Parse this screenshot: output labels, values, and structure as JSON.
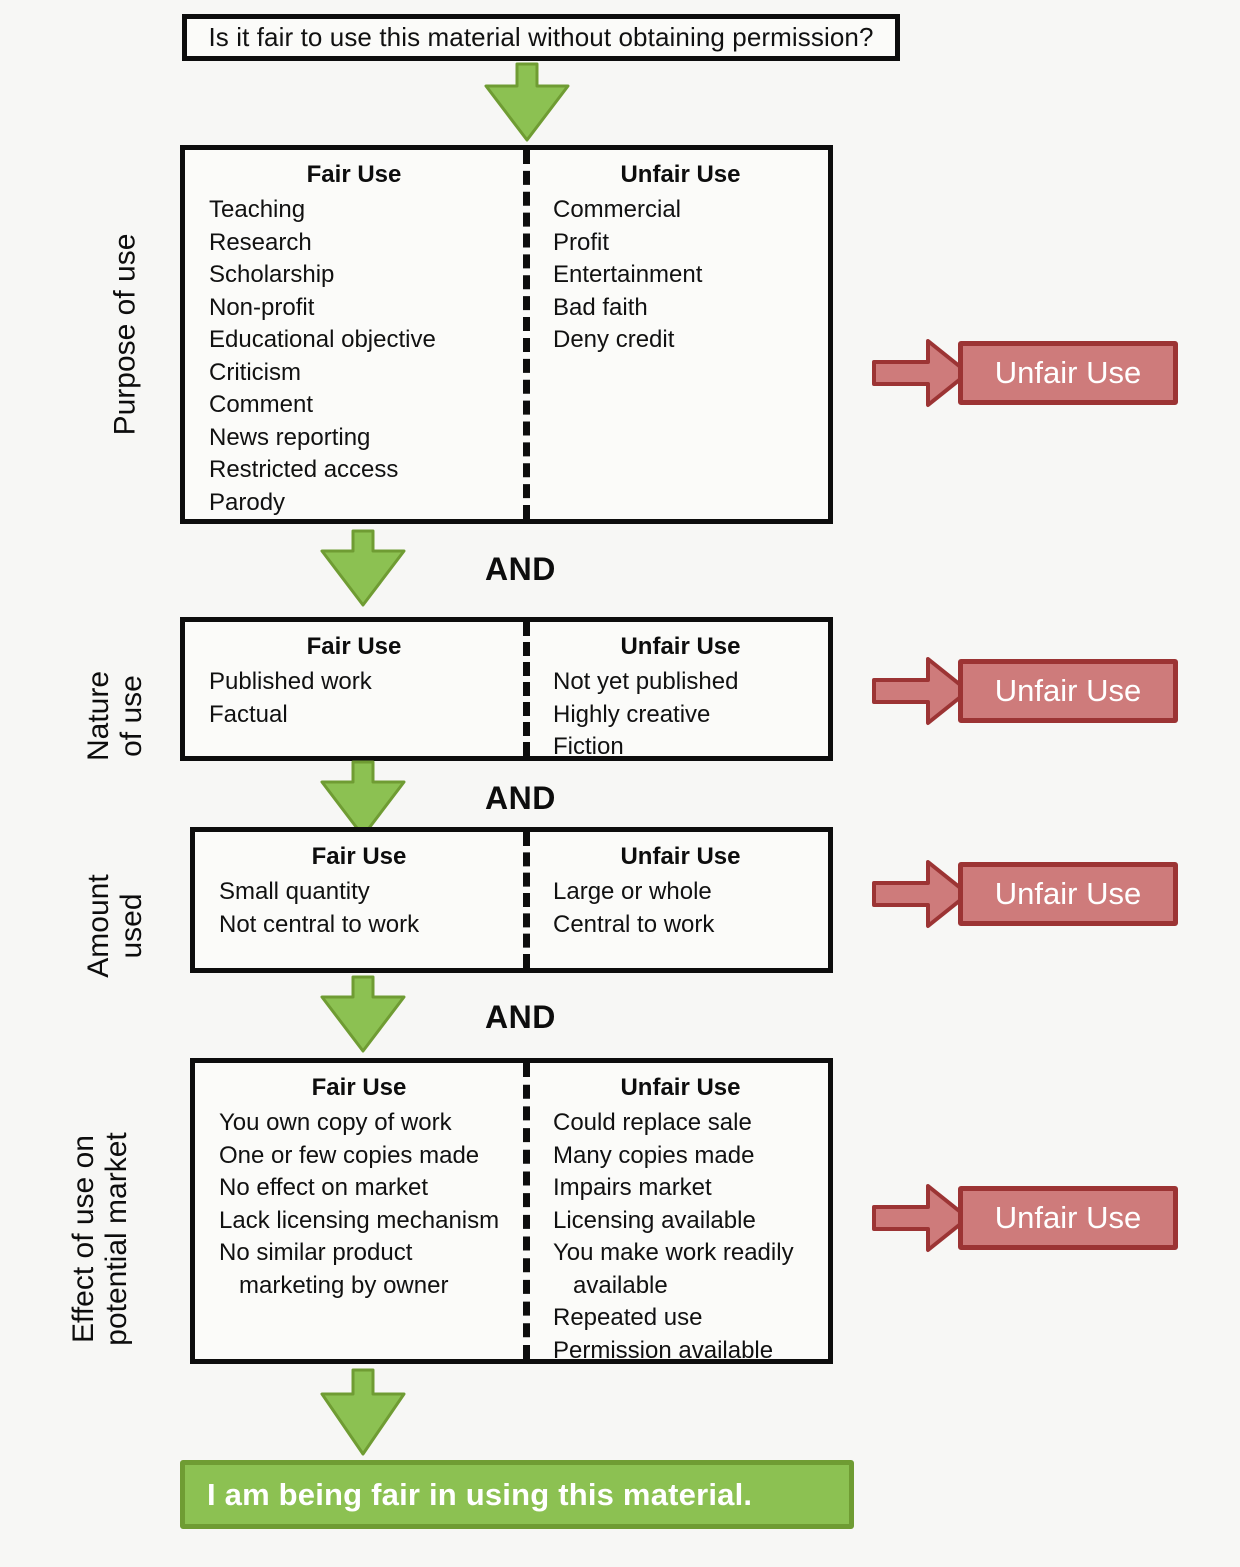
{
  "question": {
    "text": "Is it fair to use this material without obtaining permission?"
  },
  "connectors": {
    "and_label": "AND"
  },
  "colors": {
    "background": "#f7f7f5",
    "box_border": "#0d0d0d",
    "box_fill": "#fbfbf9",
    "green_fill": "#8cc152",
    "green_border": "#6f9c33",
    "red_fill": "#ce7b7b",
    "red_border": "#9c3434",
    "text": "#111111",
    "inverse_text": "#ffffff"
  },
  "factors": [
    {
      "side_label": "Purpose of use",
      "fair": {
        "title": "Fair Use",
        "items": [
          "Teaching",
          "Research",
          "Scholarship",
          "Non-profit",
          "Educational objective",
          "Criticism",
          "Comment",
          "News reporting",
          "Restricted access",
          "Parody"
        ]
      },
      "unfair": {
        "title": "Unfair Use",
        "items": [
          "Commercial",
          "Profit",
          "Entertainment",
          "Bad faith",
          "Deny credit"
        ]
      },
      "outcome": "Unfair Use"
    },
    {
      "side_label": "Nature\nof use",
      "fair": {
        "title": "Fair Use",
        "items": [
          "Published work",
          "Factual"
        ]
      },
      "unfair": {
        "title": "Unfair Use",
        "items": [
          "Not yet published",
          "Highly creative",
          "Fiction"
        ]
      },
      "outcome": "Unfair Use"
    },
    {
      "side_label": "Amount\nused",
      "fair": {
        "title": "Fair Use",
        "items": [
          "Small quantity",
          "Not central to work"
        ]
      },
      "unfair": {
        "title": "Unfair Use",
        "items": [
          "Large or whole",
          "Central to work"
        ]
      },
      "outcome": "Unfair Use"
    },
    {
      "side_label": "Effect of use on\npotential market",
      "fair": {
        "title": "Fair Use",
        "items": [
          "You own copy of work",
          "One or few copies made",
          "No effect on market",
          "Lack licensing mechanism",
          "No similar product",
          "   marketing by owner"
        ]
      },
      "unfair": {
        "title": "Unfair Use",
        "items": [
          "Could replace sale",
          "Many copies made",
          "Impairs market",
          "Licensing available",
          "You make work readily",
          "   available",
          "Repeated use",
          "Permission available"
        ]
      },
      "outcome": "Unfair Use"
    }
  ],
  "conclusion": {
    "text": "I am being fair in using this material."
  }
}
